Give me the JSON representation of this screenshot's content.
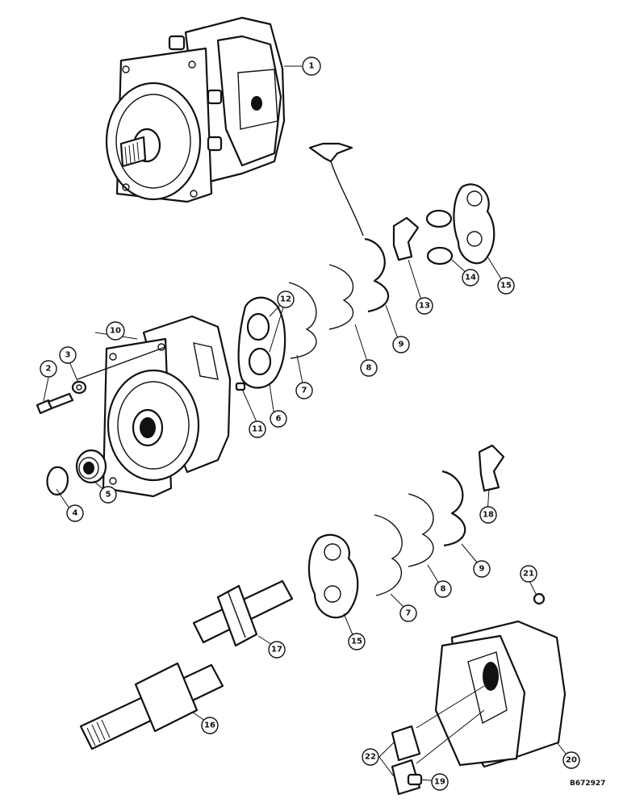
{
  "callouts": [
    {
      "id": "c1",
      "label": "1"
    },
    {
      "id": "c2",
      "label": "2"
    },
    {
      "id": "c3",
      "label": "3"
    },
    {
      "id": "c4",
      "label": "4"
    },
    {
      "id": "c5",
      "label": "5"
    },
    {
      "id": "c6",
      "label": "6"
    },
    {
      "id": "c7a",
      "label": "7"
    },
    {
      "id": "c7b",
      "label": "7"
    },
    {
      "id": "c8a",
      "label": "8"
    },
    {
      "id": "c8b",
      "label": "8"
    },
    {
      "id": "c9a",
      "label": "9"
    },
    {
      "id": "c9b",
      "label": "9"
    },
    {
      "id": "c10",
      "label": "10"
    },
    {
      "id": "c11",
      "label": "11"
    },
    {
      "id": "c12",
      "label": "12"
    },
    {
      "id": "c13",
      "label": "13"
    },
    {
      "id": "c14",
      "label": "14"
    },
    {
      "id": "c15a",
      "label": "15"
    },
    {
      "id": "c15b",
      "label": "15"
    },
    {
      "id": "c16",
      "label": "16"
    },
    {
      "id": "c17",
      "label": "17"
    },
    {
      "id": "c18",
      "label": "18"
    },
    {
      "id": "c19",
      "label": "19"
    },
    {
      "id": "c20",
      "label": "20"
    },
    {
      "id": "c21",
      "label": "21"
    },
    {
      "id": "c22",
      "label": "22"
    }
  ],
  "drawing_code": "B672927"
}
